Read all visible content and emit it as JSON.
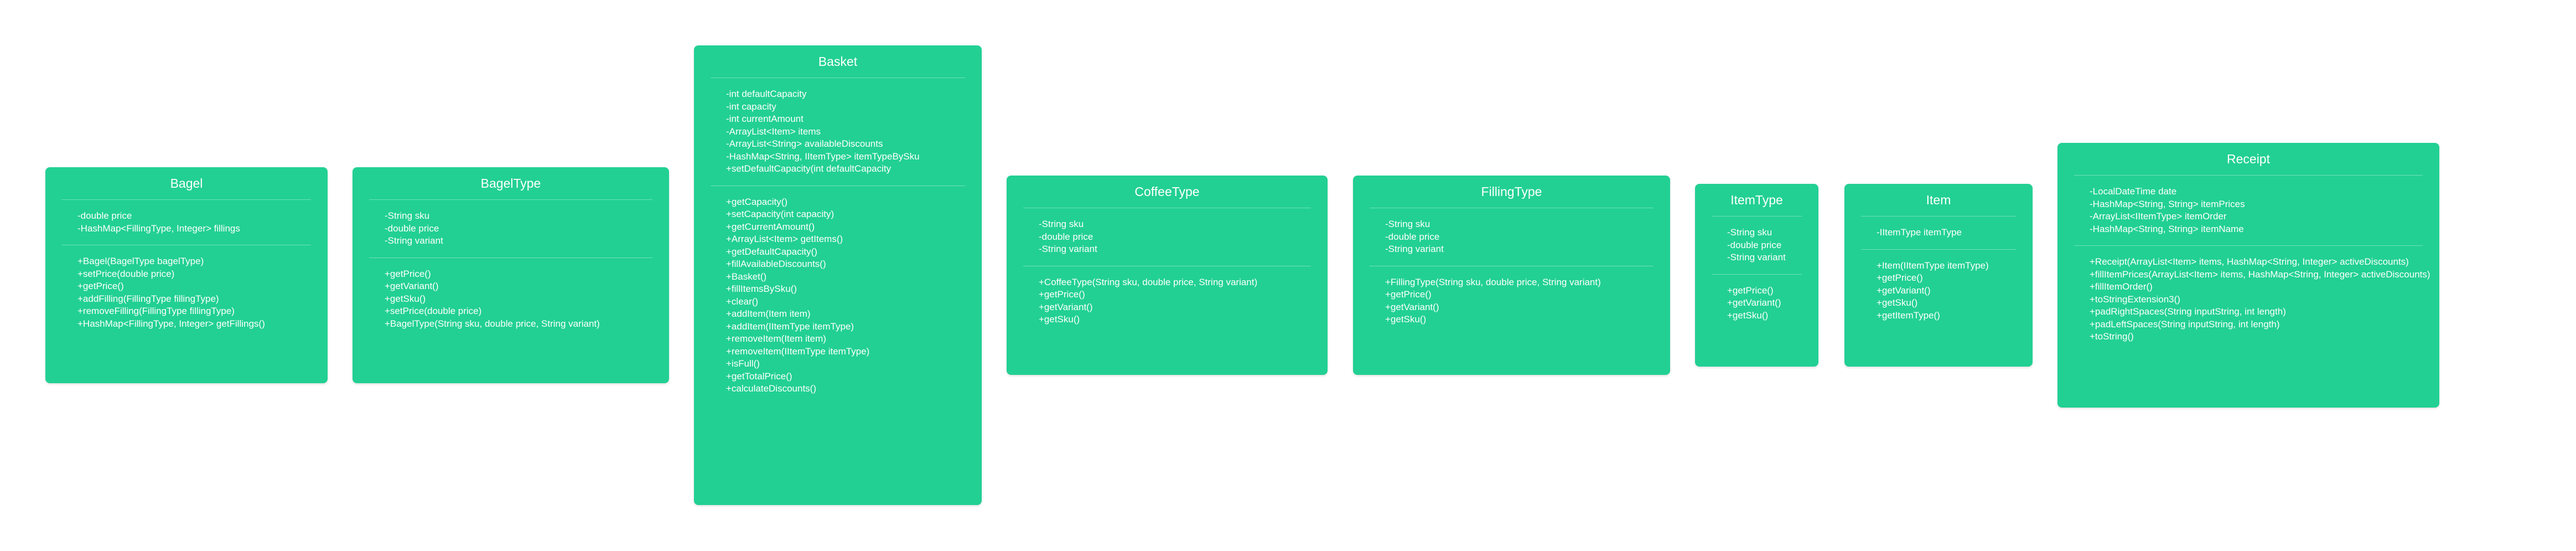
{
  "classes": [
    {
      "id": "bagel",
      "name": "Bagel",
      "fields": [
        "-double price",
        "-HashMap<FillingType, Integer> fillings"
      ],
      "methods": [
        "+Bagel(BagelType bagelType)",
        "+setPrice(double price)",
        "+getPrice()",
        "+addFilling(FillingType fillingType)",
        "+removeFilling(FillingType fillingType)",
        "+HashMap<FillingType, Integer> getFillings()"
      ]
    },
    {
      "id": "bageltype",
      "name": "BagelType",
      "fields": [
        "-String sku",
        "-double price",
        "-String variant"
      ],
      "methods": [
        "+getPrice()",
        "+getVariant()",
        "+getSku()",
        "+setPrice(double price)",
        "+BagelType(String sku, double price, String variant)"
      ]
    },
    {
      "id": "basket",
      "name": "Basket",
      "fields": [
        "-int defaultCapacity",
        "-int capacity",
        "-int currentAmount",
        "-ArrayList<Item> items",
        "-ArrayList<String> availableDiscounts",
        "-HashMap<String, IItemType> itemTypeBySku",
        "+setDefaultCapacity(int defaultCapacity"
      ],
      "methods": [
        "+getCapacity()",
        "+setCapacity(int capacity)",
        "+getCurrentAmount()",
        "+ArrayList<Item> getItems()",
        "+getDefaultCapacity()",
        "+fillAvailableDiscounts()",
        "+Basket()",
        "+fillItemsBySku()",
        "+clear()",
        "+addItem(Item item)",
        "+addItem(IItemType itemType)",
        "+removeItem(Item item)",
        "+removeItem(IItemType itemType)",
        "+isFull()",
        "+getTotalPrice()",
        "+calculateDiscounts()"
      ]
    },
    {
      "id": "coffeetype",
      "name": "CoffeeType",
      "fields": [
        "-String sku",
        "-double price",
        "-String variant"
      ],
      "methods": [
        "+CoffeeType(String sku, double price, String variant)",
        "+getPrice()",
        "+getVariant()",
        "+getSku()"
      ]
    },
    {
      "id": "fillingtype",
      "name": "FillingType",
      "fields": [
        "-String sku",
        "-double price",
        "-String variant"
      ],
      "methods": [
        "+FillingType(String sku, double price, String variant)",
        "+getPrice()",
        "+getVariant()",
        "+getSku()"
      ]
    },
    {
      "id": "itemtype",
      "name": "ItemType",
      "fields": [
        "-String sku",
        "-double price",
        "-String variant"
      ],
      "methods": [
        "+getPrice()",
        "+getVariant()",
        "+getSku()"
      ]
    },
    {
      "id": "item",
      "name": "Item",
      "fields": [
        "-IItemType itemType"
      ],
      "methods": [
        "+Item(IItemType itemType)",
        "+getPrice()",
        "+getVariant()",
        "+getSku()",
        "+getItemType()"
      ]
    },
    {
      "id": "receipt",
      "name": "Receipt",
      "fields": [
        "-LocalDateTime date",
        "-HashMap<String, String> itemPrices",
        "-ArrayList<IItemType> itemOrder",
        "-HashMap<String, String> itemName"
      ],
      "methods": [
        "+Receipt(ArrayList<Item> items, HashMap<String, Integer> activeDiscounts)",
        "+fillItemPrices(ArrayList<Item> items, HashMap<String, Integer> activeDiscounts)",
        "+fillItemOrder()",
        "+toStringExtension3()",
        "+padRightSpaces(String inputString, int length)",
        "+padLeftSpaces(String inputString, int length)",
        "+toString()"
      ]
    }
  ]
}
